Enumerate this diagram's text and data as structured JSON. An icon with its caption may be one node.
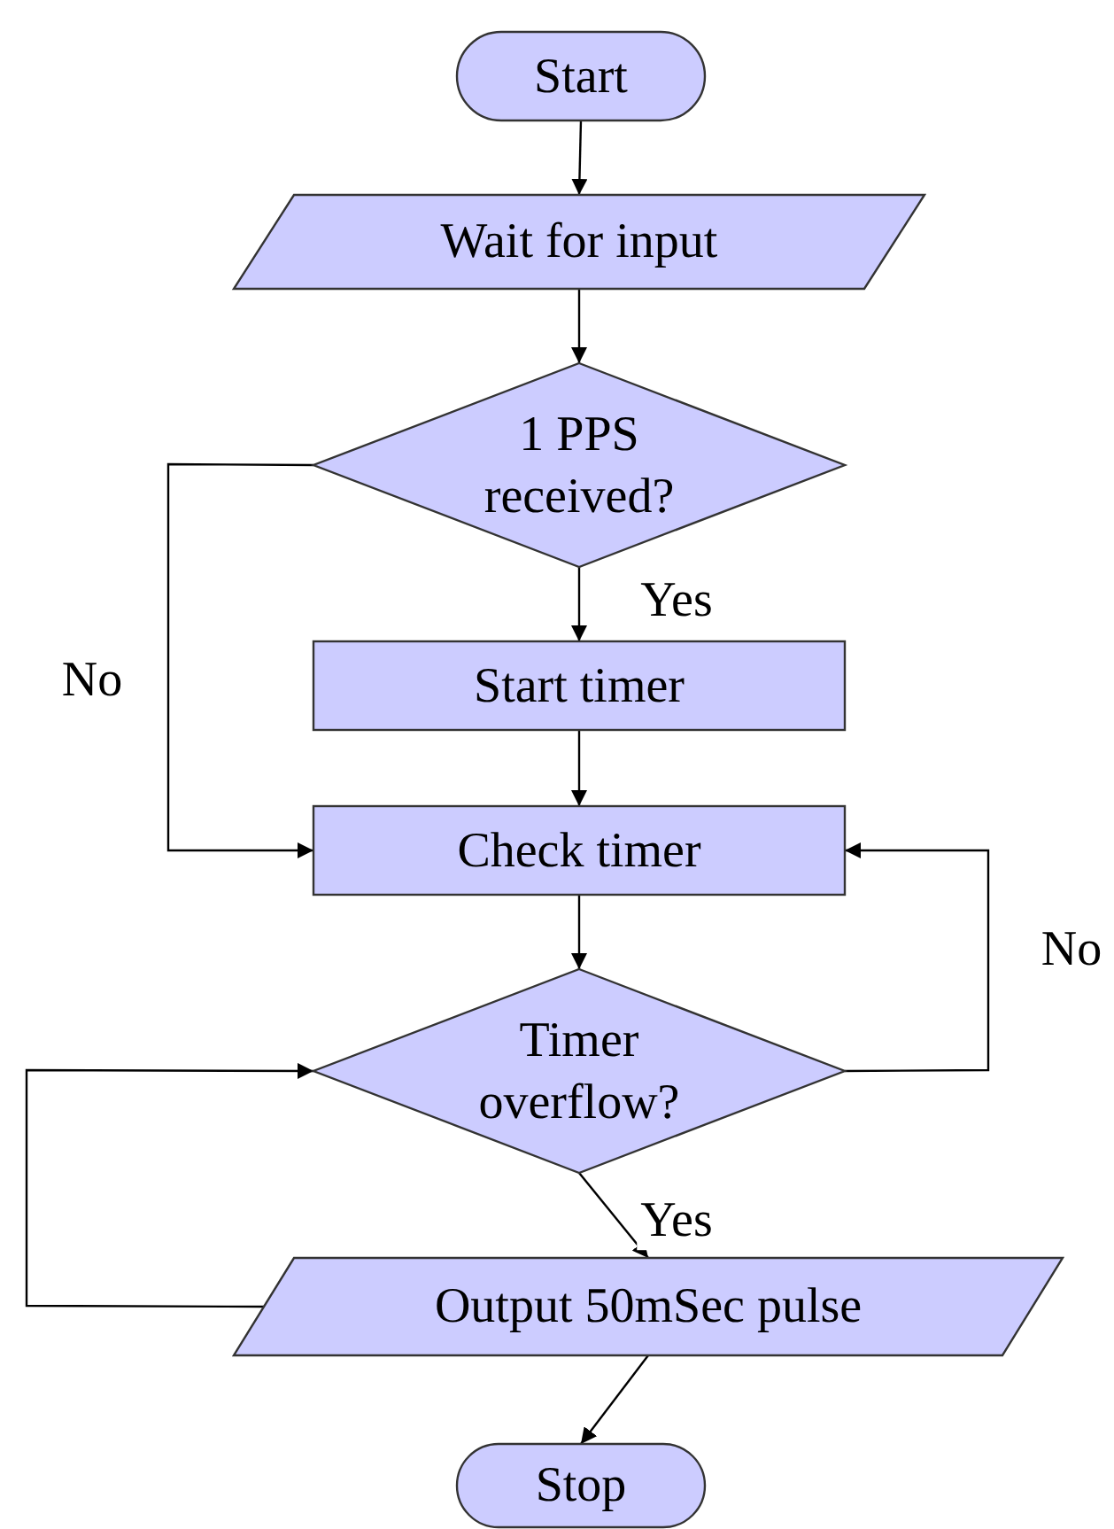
{
  "diagram": {
    "nodes": [
      {
        "text": [
          "Start"
        ]
      },
      {
        "text": [
          "Wait for input"
        ]
      },
      {
        "text": [
          "1 PPS received?"
        ]
      },
      {
        "text": [
          "Start timer"
        ]
      },
      {
        "text": [
          "Check timer"
        ]
      },
      {
        "text": [
          "Timer overflow?"
        ]
      },
      {
        "text": [
          "Output 50mSec pulse"
        ]
      },
      {
        "text": [
          "Stop"
        ]
      }
    ],
    "edges": [
      {
        "from": 0,
        "to": 1,
        "arrow": "to"
      },
      {
        "from": 1,
        "to": 2,
        "arrow": "to"
      },
      {
        "from": 2,
        "to": 3,
        "arrow": "to",
        "label": "Yes"
      },
      {
        "from": 2,
        "to": 4,
        "arrow": "to",
        "label": "No"
      },
      {
        "from": 3,
        "to": 4,
        "arrow": "to"
      },
      {
        "from": 4,
        "to": 5,
        "arrow": "to"
      },
      {
        "from": 5,
        "to": 4,
        "arrow": "to",
        "label": "No"
      },
      {
        "from": 5,
        "to": 6,
        "arrow": "to",
        "label": "Yes"
      },
      {
        "from": 6,
        "to": 5,
        "arrow": "to"
      },
      {
        "from": 6,
        "to": 7,
        "arrow": "to"
      }
    ]
  }
}
